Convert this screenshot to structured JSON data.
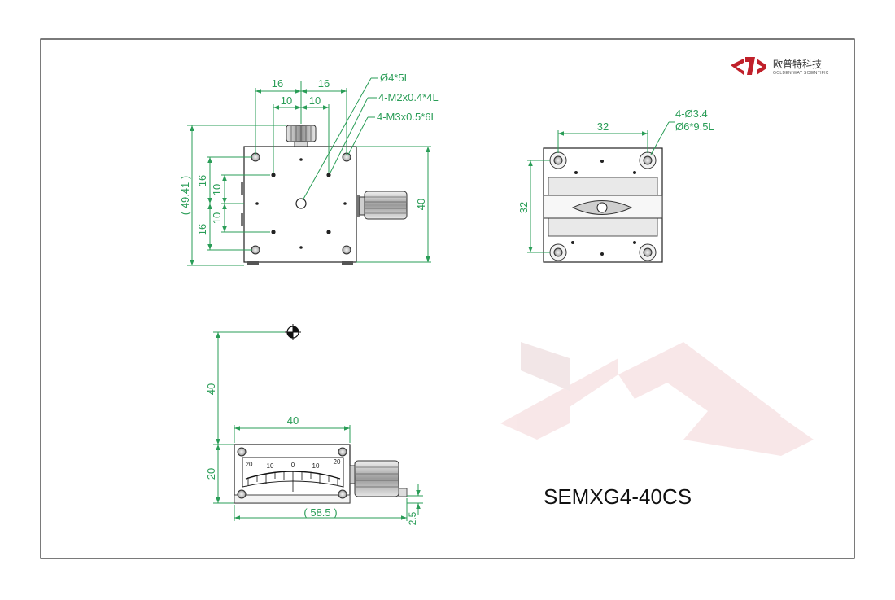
{
  "brand": {
    "name_cn": "欧普特科技",
    "name_en": "GOLDEN WAY SCIENTIFIC",
    "accent_color": "#c0202a"
  },
  "model": "SEMXG4-40CS",
  "dimension_color": "#2a9d57",
  "top_view": {
    "dims": {
      "half_outer_left": "16",
      "half_outer_right": "16",
      "half_inner_left": "10",
      "half_inner_right": "10",
      "side_16_top": "16",
      "side_10_a": "10",
      "side_10_b": "10",
      "side_16_bottom": "16",
      "overall_height": "( 49.41 )",
      "body_height": "40"
    },
    "callouts": {
      "center_hole": "Ø4*5L",
      "m2": "4-M2x0.4*4L",
      "m3": "4-M3x0.5*6L"
    }
  },
  "bottom_view": {
    "dims": {
      "width": "32",
      "height": "32"
    },
    "callouts": {
      "line1": "4-Ø3.4",
      "line2": "Ø6*9.5L"
    }
  },
  "side_view": {
    "dims": {
      "center_height": "40",
      "body_width": "40",
      "body_height": "20",
      "overall_width": "( 58.5 )",
      "base_thickness": "2.5"
    },
    "scale_labels": [
      "20",
      "10",
      "0",
      "10",
      "20"
    ]
  }
}
